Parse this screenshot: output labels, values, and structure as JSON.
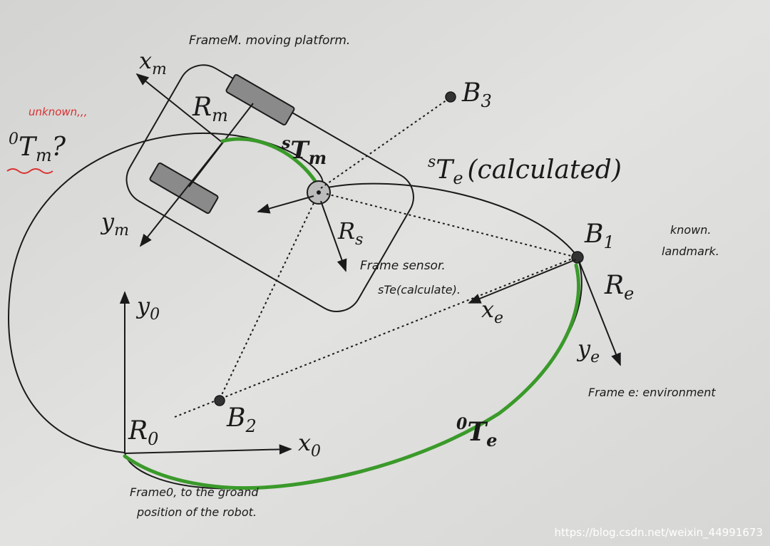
{
  "colors": {
    "paper": "#dcdcda",
    "ink": "#1a1a1a",
    "highlight": "#3a9a2a",
    "note_red": "#d93030",
    "wheel": "#8a8a8a"
  },
  "labels": {
    "frame_m_note": "FrameM. moving platform.",
    "unknown_note": "unknown,,,",
    "x_m": "x",
    "x_m_sub": "m",
    "y_m": "y",
    "y_m_sub": "m",
    "r_m": "R",
    "r_m_sub": "m",
    "t_m_q_sup": "0",
    "t_m_q": "T",
    "t_m_q_sub": "m",
    "t_m_q_mark": "?",
    "s_t_m_sup": "s",
    "s_t_m": "T",
    "s_t_m_sub": "m",
    "s_t_e_sup": "s",
    "s_t_e": "T",
    "s_t_e_sub": "e",
    "s_t_e_calc": "(calculated)",
    "b3": "B",
    "b3_sub": "3",
    "b1": "B",
    "b1_sub": "1",
    "b2": "B",
    "b2_sub": "2",
    "known_note_1": "known.",
    "known_note_2": "landmark.",
    "r_s": "R",
    "r_s_sub": "s",
    "frame_sensor_note": "Frame sensor.",
    "ste_calc_note": "sTe(calculate).",
    "r_e": "R",
    "r_e_sub": "e",
    "x_e": "x",
    "x_e_sub": "e",
    "y_e": "y",
    "y_e_sub": "e",
    "frame_e_note": "Frame e: environment",
    "y_0": "y",
    "y_0_sub": "0",
    "r_0": "R",
    "r_0_sub": "0",
    "x_0": "x",
    "x_0_sub": "0",
    "t_e_sup": "0",
    "t_e": "T",
    "t_e_sub": "e",
    "frame0_note_1": "Frame0, to the groand",
    "frame0_note_2": "position of the robot.",
    "watermark": "https://blog.csdn.net/weixin_44991673"
  }
}
